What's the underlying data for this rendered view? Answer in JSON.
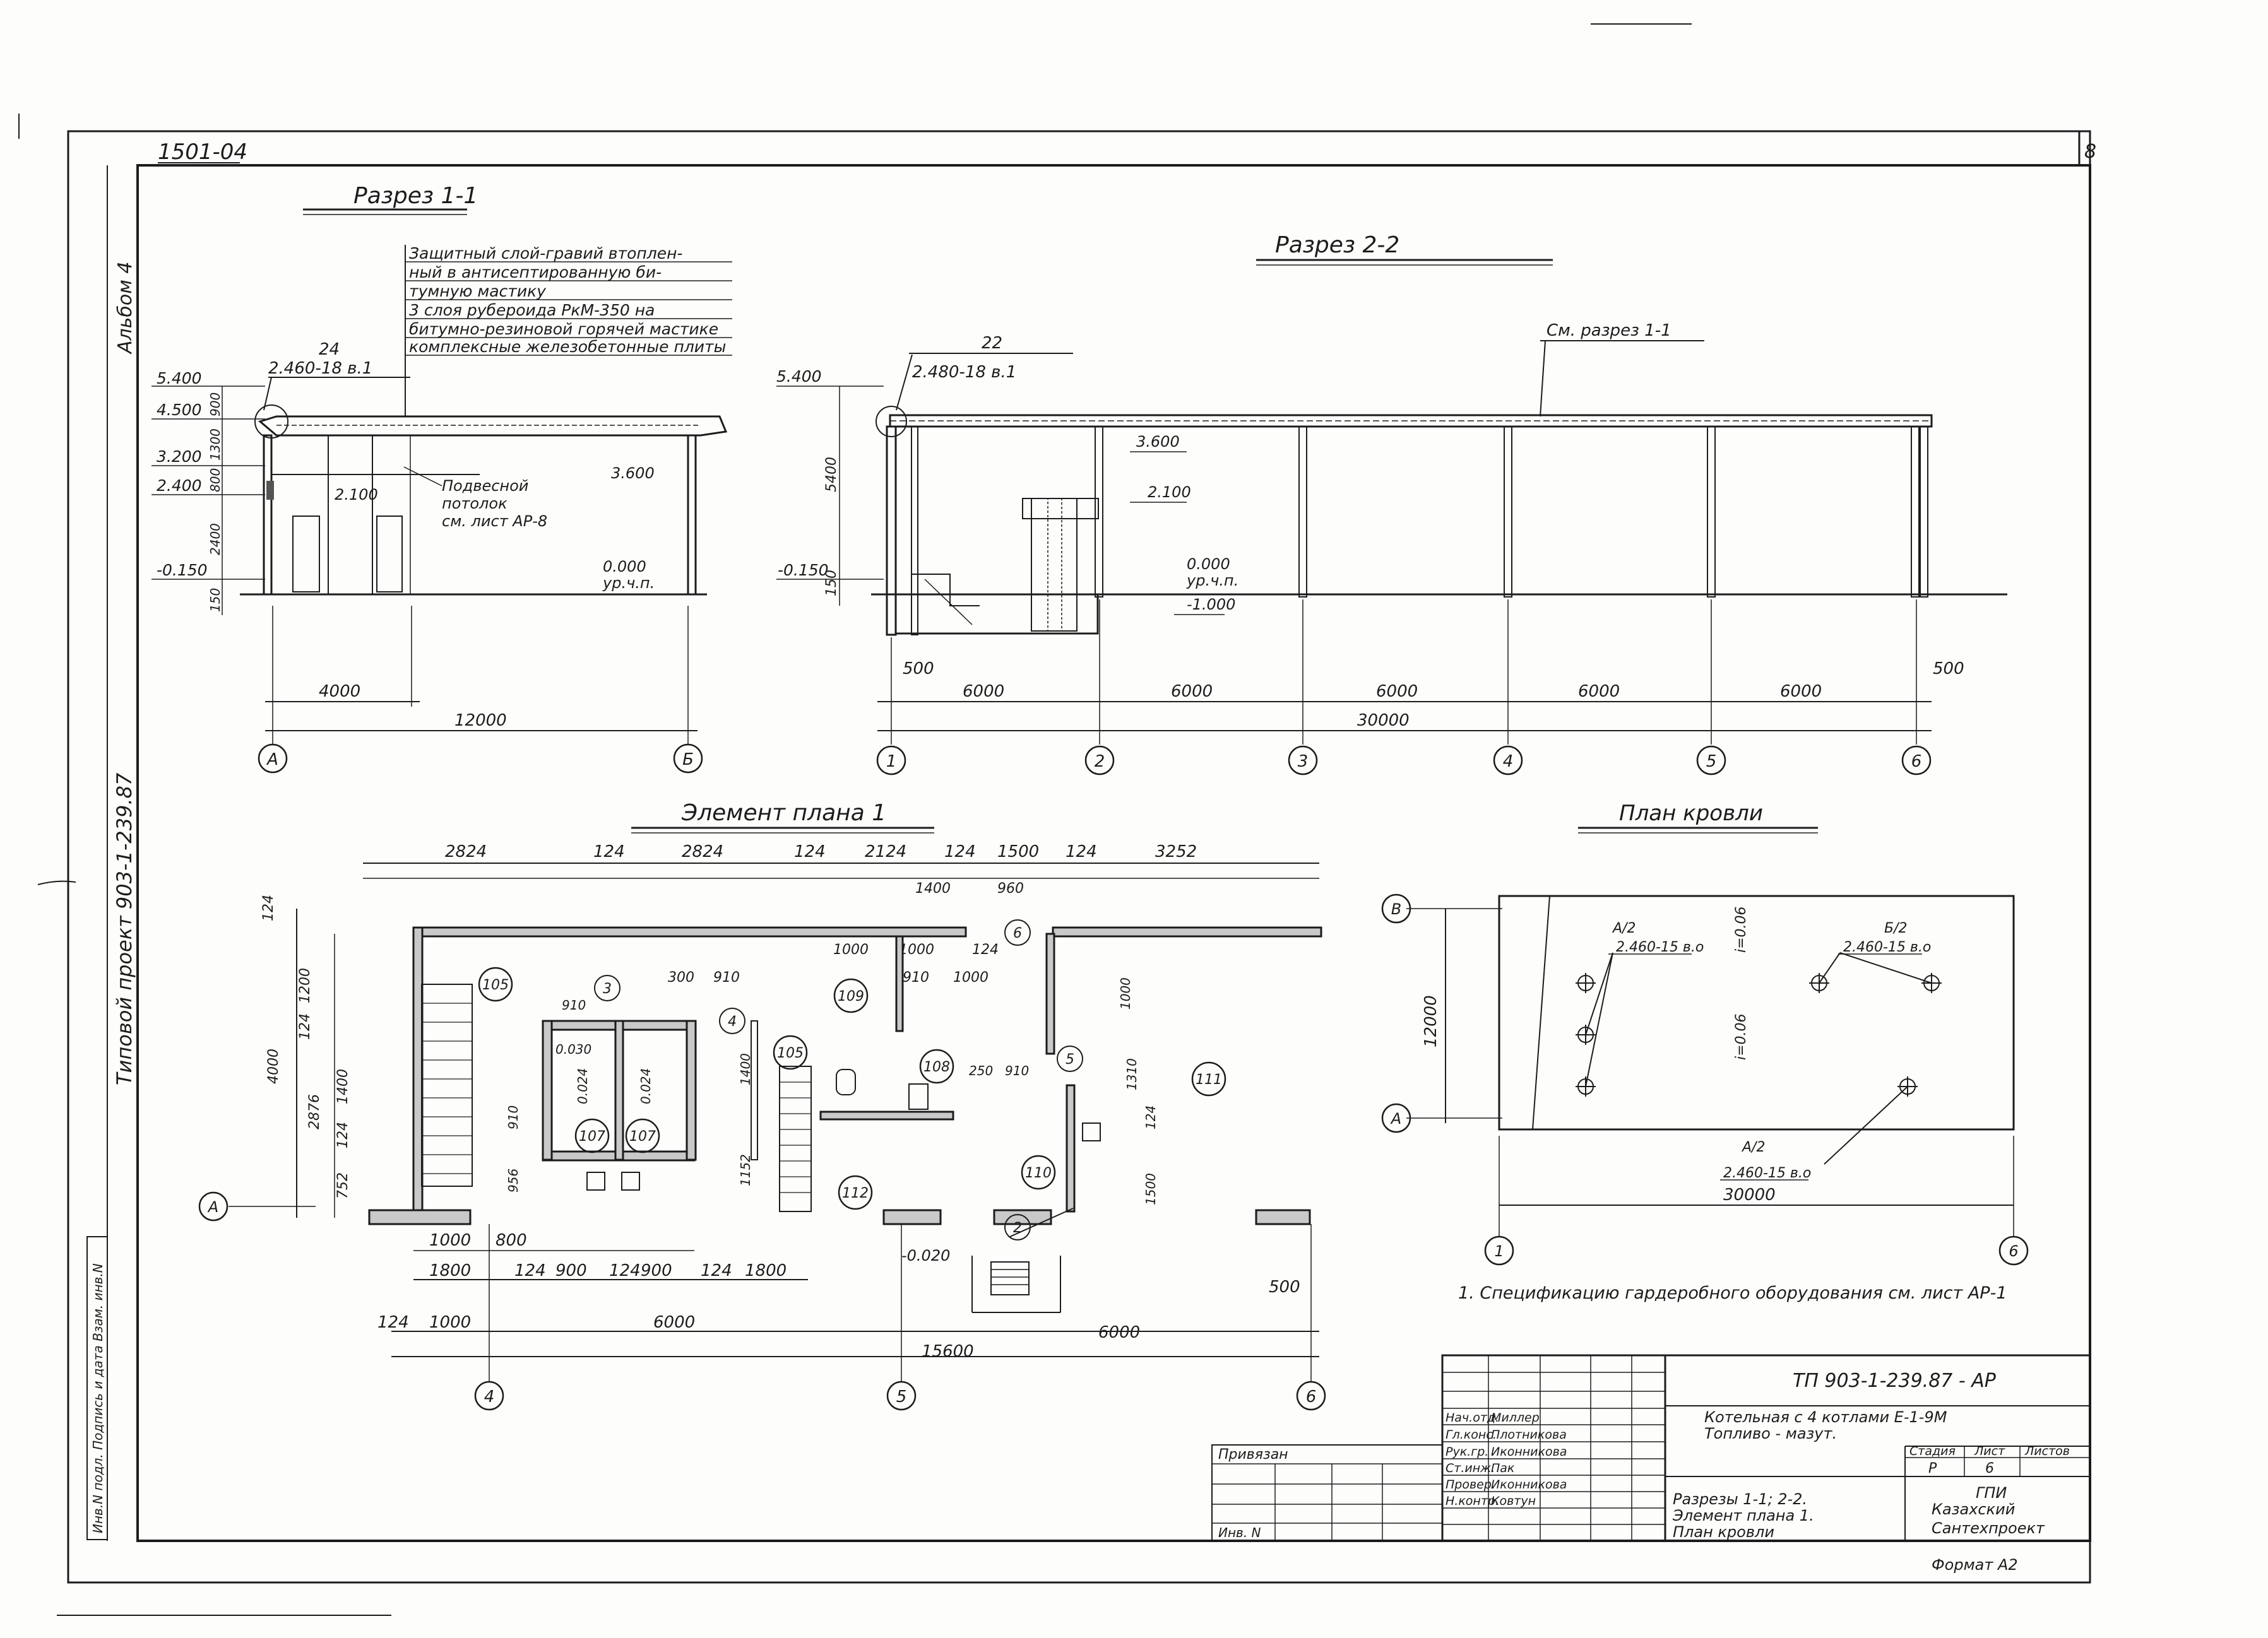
{
  "sheet": {
    "album_code": "1501-04",
    "sheet_number": "8",
    "left_margin_label": "Альбом 4",
    "left_project_label": "Типовой   проект  903-1-239.87",
    "left_inventory_label": "Инв.N подл.  Подпись и дата  Взам. инв.N"
  },
  "section_1_1": {
    "title": "Разрез 1-1",
    "note_lines": [
      "Защитный слой-гравий втоплен-",
      "ный в антисептированную би-",
      "тумную мастику",
      "3 слоя рубероида РкМ-350 на",
      "битумно-резиновой горячей мастике",
      "комплексные железобетонные плиты"
    ],
    "callout_number": "24",
    "callout_ref": "2.460-18 в.1",
    "elevations": [
      "5.400",
      "4.500",
      "3.200",
      "2.400",
      "-0.150"
    ],
    "vertical_dims": [
      "900",
      "1300",
      "800",
      "2400",
      "150"
    ],
    "ceiling_note": [
      "Подвесной",
      "потолок",
      "см. лист АР-8"
    ],
    "inner_marks": [
      "3.600",
      "2.100",
      "0.000",
      "ур.ч.п."
    ],
    "dims": [
      "4000",
      "12000"
    ],
    "axes": [
      "А",
      "Б"
    ]
  },
  "section_2_2": {
    "title": "Разрез 2-2",
    "callout_number": "22",
    "callout_ref": "2.480-18 в.1",
    "see_note": "См. разрез 1-1",
    "elevations": [
      "5.400",
      "-0.150"
    ],
    "vertical_dims": [
      "5400",
      "150"
    ],
    "inner_marks": [
      "3.600",
      "2.100",
      "0.000",
      "ур.ч.п.",
      "-1.000"
    ],
    "dims": [
      "500",
      "6000",
      "6000",
      "6000",
      "6000",
      "6000",
      "30000",
      "500"
    ],
    "axes": [
      "1",
      "2",
      "3",
      "4",
      "5",
      "6"
    ]
  },
  "plan_element": {
    "title": "Элемент плана 1",
    "top_dims": [
      "2824",
      "124",
      "2824",
      "124",
      "2124",
      "124",
      "1500",
      "124",
      "3252"
    ],
    "top_dims_2": [
      "1400",
      "960",
      "1000",
      "1000",
      "124",
      "910",
      "1000",
      "300",
      "910"
    ],
    "left_dims": [
      "124",
      "1200",
      "124",
      "1400",
      "4000",
      "2876",
      "124",
      "752"
    ],
    "room_numbers": [
      "105",
      "109",
      "105",
      "108",
      "107",
      "107",
      "112",
      "110",
      "111"
    ],
    "equipment_marks": [
      "3",
      "4",
      "5",
      "6",
      "2"
    ],
    "inner_dims": [
      "910",
      "910",
      "956",
      "1152",
      "1400",
      "250",
      "910",
      "1310",
      "1000",
      "1500",
      "124",
      "0.030",
      "0.024",
      "0.024"
    ],
    "bottom_dims_1": [
      "1000",
      "800"
    ],
    "bottom_dims_2": [
      "1800",
      "124",
      "900",
      "124",
      "900",
      "124",
      "1800"
    ],
    "bottom_dims_3": [
      "124",
      "1000",
      "6000",
      "6000",
      "500"
    ],
    "bottom_total": "15600",
    "entrance_mark": "-0.020",
    "axes_bottom": [
      "4",
      "5",
      "6"
    ],
    "axis_left": "А"
  },
  "roof_plan": {
    "title": "План кровли",
    "labels_top": [
      "А/2",
      "2.460-15 в.о",
      "Б/2",
      "2.460-15 в.о"
    ],
    "labels_bottom": [
      "А/2",
      "2.460-15 в.о"
    ],
    "slopes": [
      "i=0.06",
      "i=0.06"
    ],
    "dim_vertical": "12000",
    "dim_horizontal": "30000",
    "axes": [
      "В",
      "А",
      "1",
      "6"
    ]
  },
  "footnote": "1. Спецификацию гардеробного оборудования см. лист АР-1",
  "title_block": {
    "doc_code": "ТП 903-1-239.87 - АР",
    "object_name": [
      "Котельная с 4 котлами Е-1-9М",
      "Топливо - мазут."
    ],
    "roles": [
      "Нач.отд.",
      "Гл.конс.",
      "Рук.гр.",
      "Ст.инж.",
      "Провер.",
      "Н.контр."
    ],
    "names": [
      "Миллер",
      "Плотникова",
      "Иконникова",
      "Пак",
      "Иконникова",
      "Ковтун"
    ],
    "stage_headers": [
      "Стадия",
      "Лист",
      "Листов"
    ],
    "stage_values": [
      "Р",
      "6",
      ""
    ],
    "sheet_content": [
      "Разрезы 1-1; 2-2.",
      "Элемент плана 1.",
      "План кровли"
    ],
    "organization": [
      "ГПИ",
      "Казахский",
      "Сантехпроект"
    ],
    "attached_label": "Привязан",
    "inv_label": "Инв. N",
    "format": "Формат А2"
  }
}
